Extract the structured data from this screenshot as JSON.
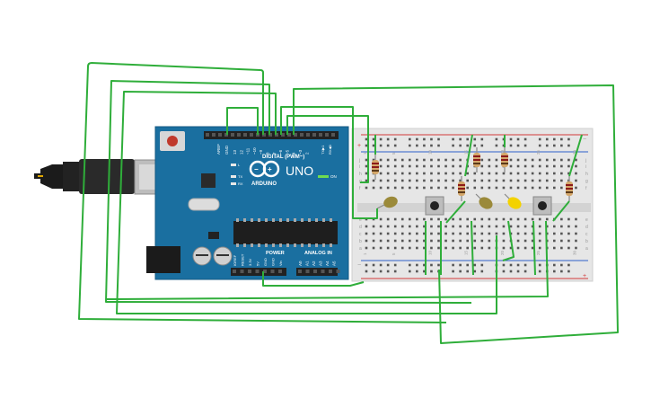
{
  "board": {
    "model": "UNO",
    "brand": "ARDUINO",
    "digital_header": "DIGITAL (PWM~)",
    "power_header": "POWER",
    "analog_header": "ANALOG IN",
    "on_label": "ON",
    "tx_label": "TX",
    "rx_label": "RX",
    "l_label": "L",
    "aref": "AREF",
    "gnd": "GND",
    "txrx": "TX▶1",
    "rxrx": "RX◀0",
    "digital_pins": [
      "13",
      "12",
      "~11",
      "~10",
      "~9",
      "8",
      "7",
      "~6",
      "~5",
      "4",
      "~3",
      "2"
    ],
    "power_pins": [
      "IOREF",
      "RESET",
      "3.3V",
      "5V",
      "GND",
      "GND",
      "Vin"
    ],
    "analog_pins": [
      "A0",
      "A1",
      "A2",
      "A3",
      "A4",
      "A5"
    ]
  },
  "breadboard": {
    "col_numbers": [
      "1",
      "5",
      "10",
      "15",
      "20",
      "25",
      "30"
    ],
    "row_letters_top": [
      "j",
      "i",
      "h",
      "g",
      "f"
    ],
    "row_letters_bottom": [
      "e",
      "d",
      "c",
      "b",
      "a"
    ],
    "plus": "+",
    "minus": "−"
  },
  "colors": {
    "wire": "#2fae3a",
    "board": "#1a6fa0",
    "breadboard": "#e6e6e6",
    "header": "#222222",
    "led_off": "#9b8a3a",
    "led_on": "#f3d200"
  },
  "components": {
    "leds": [
      "led-1",
      "led-2",
      "led-3"
    ],
    "buttons": [
      "pushbutton-1",
      "pushbutton-2"
    ],
    "resistors": [
      "resistor-1",
      "resistor-2",
      "resistor-3",
      "resistor-4",
      "resistor-5"
    ]
  }
}
